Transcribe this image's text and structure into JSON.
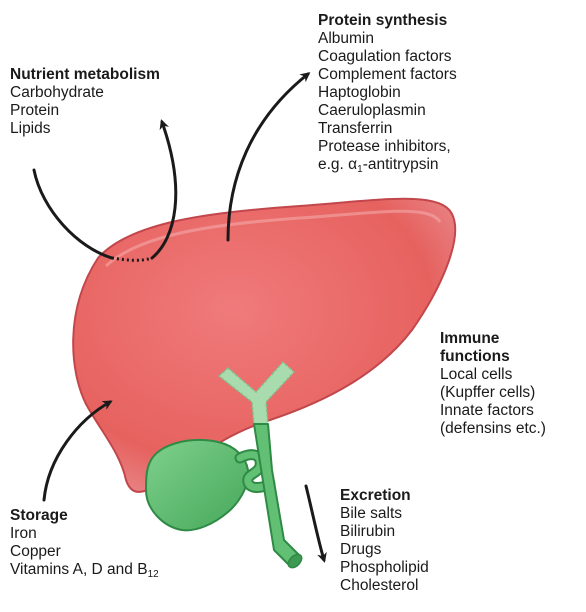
{
  "nutrient_metabolism": {
    "title": "Nutrient metabolism",
    "items": [
      "Carbohydrate",
      "Protein",
      "Lipids"
    ]
  },
  "protein_synthesis": {
    "title": "Protein synthesis",
    "items": [
      "Albumin",
      "Coagulation factors",
      "Complement factors",
      "Haptoglobin",
      "Caeruloplasmin",
      "Transferrin",
      "Protease inhibitors,"
    ],
    "last_item_prefix": "e.g. ",
    "last_item_symbol": "α",
    "last_item_subscript": "1",
    "last_item_suffix": "-antitrypsin"
  },
  "immune_functions": {
    "title_line1": "Immune",
    "title_line2": "functions",
    "items": [
      "Local cells",
      "(Kupffer cells)",
      "Innate factors",
      "(defensins etc.)"
    ]
  },
  "excretion": {
    "title": "Excretion",
    "items": [
      "Bile salts",
      "Bilirubin",
      "Drugs",
      "Phospholipid",
      "Cholesterol"
    ]
  },
  "storage": {
    "title": "Storage",
    "items": [
      "Iron",
      "Copper"
    ],
    "vitamins_text": "Vitamins A, D and B",
    "vitamins_subscript": "12"
  },
  "colors": {
    "liver_fill": "#e8686a",
    "liver_edge": "#c2474c",
    "liver_highlight": "#f4a8a8",
    "gallbladder_fill": "#5cbd6f",
    "gallbladder_edge": "#2f8a45",
    "duct_intrahepatic": "#a8dcae",
    "arrow": "#1a1a1a"
  }
}
